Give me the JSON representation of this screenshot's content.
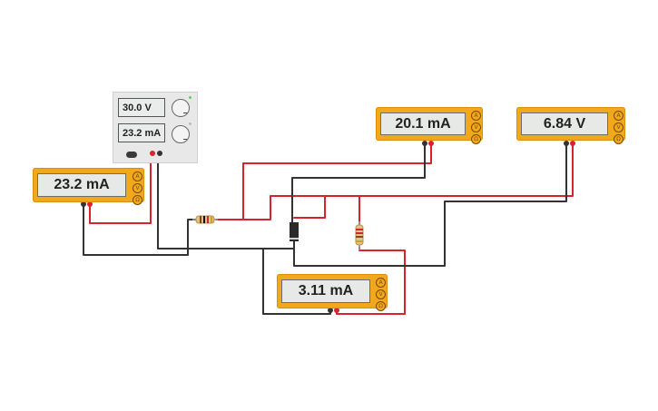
{
  "supply": {
    "voltage_display": "30.0 V",
    "current_display": "23.2 mA"
  },
  "meters": {
    "supply_current": {
      "reading": "23.2 mA"
    },
    "branch_current_top": {
      "reading": "20.1 mA"
    },
    "voltage": {
      "reading": "6.84 V"
    },
    "branch_current_bottom": {
      "reading": "3.11 mA"
    }
  },
  "meter_buttons": [
    "A",
    "V",
    "Ω"
  ],
  "colors": {
    "meter_body": "#f2a81d",
    "wire_red": "#d7242c",
    "wire_black": "#333333",
    "lcd_bg": "#e6e9e6"
  },
  "components": [
    {
      "type": "resistor",
      "orientation": "horizontal",
      "icon": "resistor-icon"
    },
    {
      "type": "resistor",
      "orientation": "vertical",
      "icon": "resistor-icon"
    },
    {
      "type": "diode",
      "orientation": "vertical",
      "icon": "diode-icon"
    }
  ]
}
